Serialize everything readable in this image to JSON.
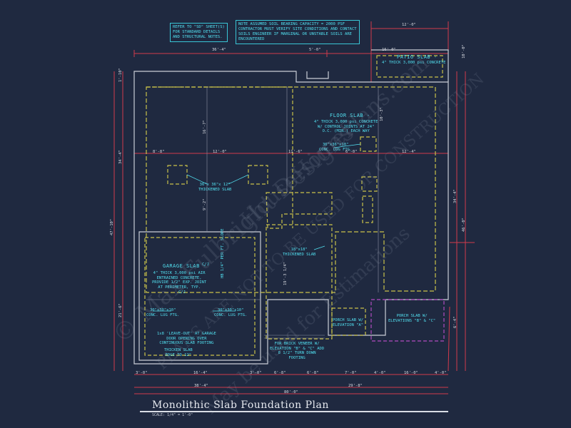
{
  "title": "Monolithic Slab Foundation Plan",
  "scale": "SCALE: 1/4\" = 1'-0\"",
  "notes": {
    "refer": "REFER TO \"SD\" SHEET(S)\nFOR STANDARD DETAILS\nAND STRUCTURAL NOTES.",
    "soil": "NOTE ASSUMED SOIL BEARING CAPACITY = 2000 PSF\nCONTRACTOR MUST VERIFY SITE CONDITIONS AND CONTACT\nSOILS ENGINEER IF MARGINAL OR UNSTABLE SOILS ARE\nENCOUNTERED"
  },
  "labels": {
    "patio_slab": "PATIO SLAB -",
    "patio_spec": "4\" THICK 3,000 psi CONCRETE",
    "floor_slab": "FLOOR SLAB -",
    "floor_spec": "4\" THICK 3,000 psi CONCRETE\nW/ CONTROL JOINTS AT 24\"\nO.C. (MIN.) EACH WAY",
    "lug_top": "36\"x36\"x10\"\nCONC. LUG FTG.",
    "thick_left": "36\"x 36\"x 12\"\nTHICKENED SLAB",
    "thick_center": "18\"x18\"\nTHICKENED SLAB",
    "garage_slab": "GARAGE SLAB -",
    "garage_spec": "4\" THICK 3,000 psi AIR\nENTRAINED CONCRETE,\nPROVIDE 1/2\" EXP. JOINT\nAT PERIMETER, TYP.",
    "lug_left": "30\"x30\"x10\"\nCONC. LUG FTG.",
    "lug_right": "30\"x30\"x10\"\nCONC. LUG FTG.",
    "leave_out": "1x8 'LEAVE-OUT' AT GARAGE\nDOOR OPENING OVER\nCONTINUOUS SLAB FOOTING",
    "thicken_edge": "THICKEN SLAB\nEDGE TO 12\"",
    "porch_a": "PORCH SLAB W/\nELEVATION \"A\"",
    "porch_bc": "PORCH SLAB W/\nELEVATIONS \"B\" & \"C\"",
    "brick_veneer": "FOR BRICK VENEER W/\nELEVATION \"B\" & \"C\" ADD\n8 1/2\" TURN DOWN\nFOOTING",
    "hb_slab": "HB 1/4\" PER FT. SLOPE",
    "cj_a": "C/J",
    "cj_b": "C/J"
  },
  "dimensions": {
    "top_total_left": "36'-4\"",
    "top_mid": "5'-0\"",
    "top_right_a": "16'-0\"",
    "top_right_b": "12'-0\"",
    "row_a": "8'-8\"",
    "row_b": "12'-0\"",
    "row_c": "11'-6\"",
    "row_d": "6'-0\"",
    "row_e": "12'-4\"",
    "bot_a": "3'-0\"",
    "bot_b": "16'-4\"",
    "bot_c": "3'-0\"",
    "bot_d": "6'-8\"",
    "bot_e": "6'-8\"",
    "bot_f": "7'-0\"",
    "bot_g": "4'-0\"",
    "bot_h": "16'-0\"",
    "bot_i": "4'-0\"",
    "total_left": "38'-4\"",
    "total_right": "29'-8\"",
    "total": "80'-0\"",
    "left_total": "47'-10\"",
    "left_a": "34'-4\"",
    "left_b": "21'-6\"",
    "left_c": "1'-10\"",
    "right_total": "46'-0\"",
    "right_a": "34'-4\"",
    "right_b": "10'-0\"",
    "right_c": "6'-4\"",
    "inner_a": "16'-7\"",
    "inner_b": "9'-2\"",
    "inner_c": "19'-3 1/4\"",
    "inner_d": "10'-3\""
  },
  "watermarks": [
    "© Max Fulbright Designs",
    "PLANS ARE NOT TO BE USED FOR CONSTRUCTION",
    "May be used for Estimations",
    "HouseHomePlans.com"
  ],
  "colors": {
    "background": "#1f2940",
    "cyan_text": "#52e0f0",
    "slab_dash": "#c9c24a",
    "dimension_line": "#d23a4c",
    "wall": "#c9cdd6"
  }
}
